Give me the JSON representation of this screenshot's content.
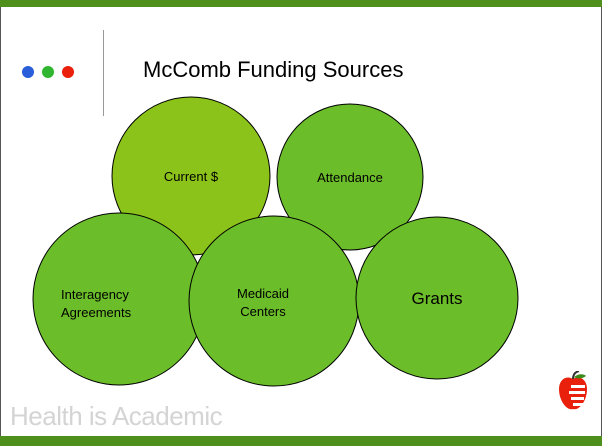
{
  "slide": {
    "title": "McComb Funding Sources",
    "footer": "Health is Academic"
  },
  "bullet_dots": [
    {
      "name": "blue-dot",
      "color": "#2b5fd9"
    },
    {
      "name": "green-dot",
      "color": "#2fb52f"
    },
    {
      "name": "red-dot",
      "color": "#e8200c"
    }
  ],
  "diagram": {
    "circles": [
      {
        "id": "current",
        "label_lines": [
          "Current $"
        ],
        "fill": "#8cc31a"
      },
      {
        "id": "attendance",
        "label_lines": [
          "Attendance"
        ],
        "fill": "#6bbd2a"
      },
      {
        "id": "interagency",
        "label_lines": [
          "Interagency",
          "Agreements"
        ],
        "fill": "#6bbd2a"
      },
      {
        "id": "medicaid",
        "label_lines": [
          "Medicaid",
          "Centers"
        ],
        "fill": "#6bbd2a"
      },
      {
        "id": "grants",
        "label_lines": [
          "Grants"
        ],
        "fill": "#6bbd2a"
      }
    ]
  },
  "colors": {
    "accent_bar": "#4f8f1c",
    "circle_stroke": "#000000",
    "footer_text": "#d4d4d4"
  },
  "logo": {
    "icon": "apple-logo-icon"
  }
}
